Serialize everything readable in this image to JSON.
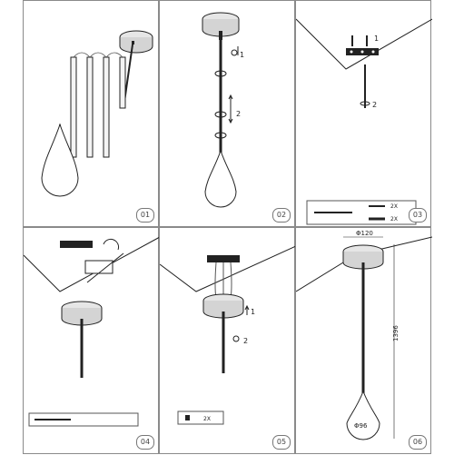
{
  "steps": [
    {
      "number": "01"
    },
    {
      "number": "02",
      "callouts": [
        "1",
        "2"
      ]
    },
    {
      "number": "03",
      "callouts": [
        "1",
        "2"
      ],
      "legend": [
        "2X",
        "2X"
      ]
    },
    {
      "number": "04"
    },
    {
      "number": "05",
      "callouts": [
        "1",
        "2"
      ],
      "legend": [
        "2X"
      ]
    },
    {
      "number": "06",
      "dims": {
        "canopy": "Φ120",
        "height": "1396",
        "globe": "Φ96"
      }
    }
  ],
  "colors": {
    "line": "#222222",
    "panel_border": "#8a8a8a",
    "shade": "#d9d9d9"
  }
}
